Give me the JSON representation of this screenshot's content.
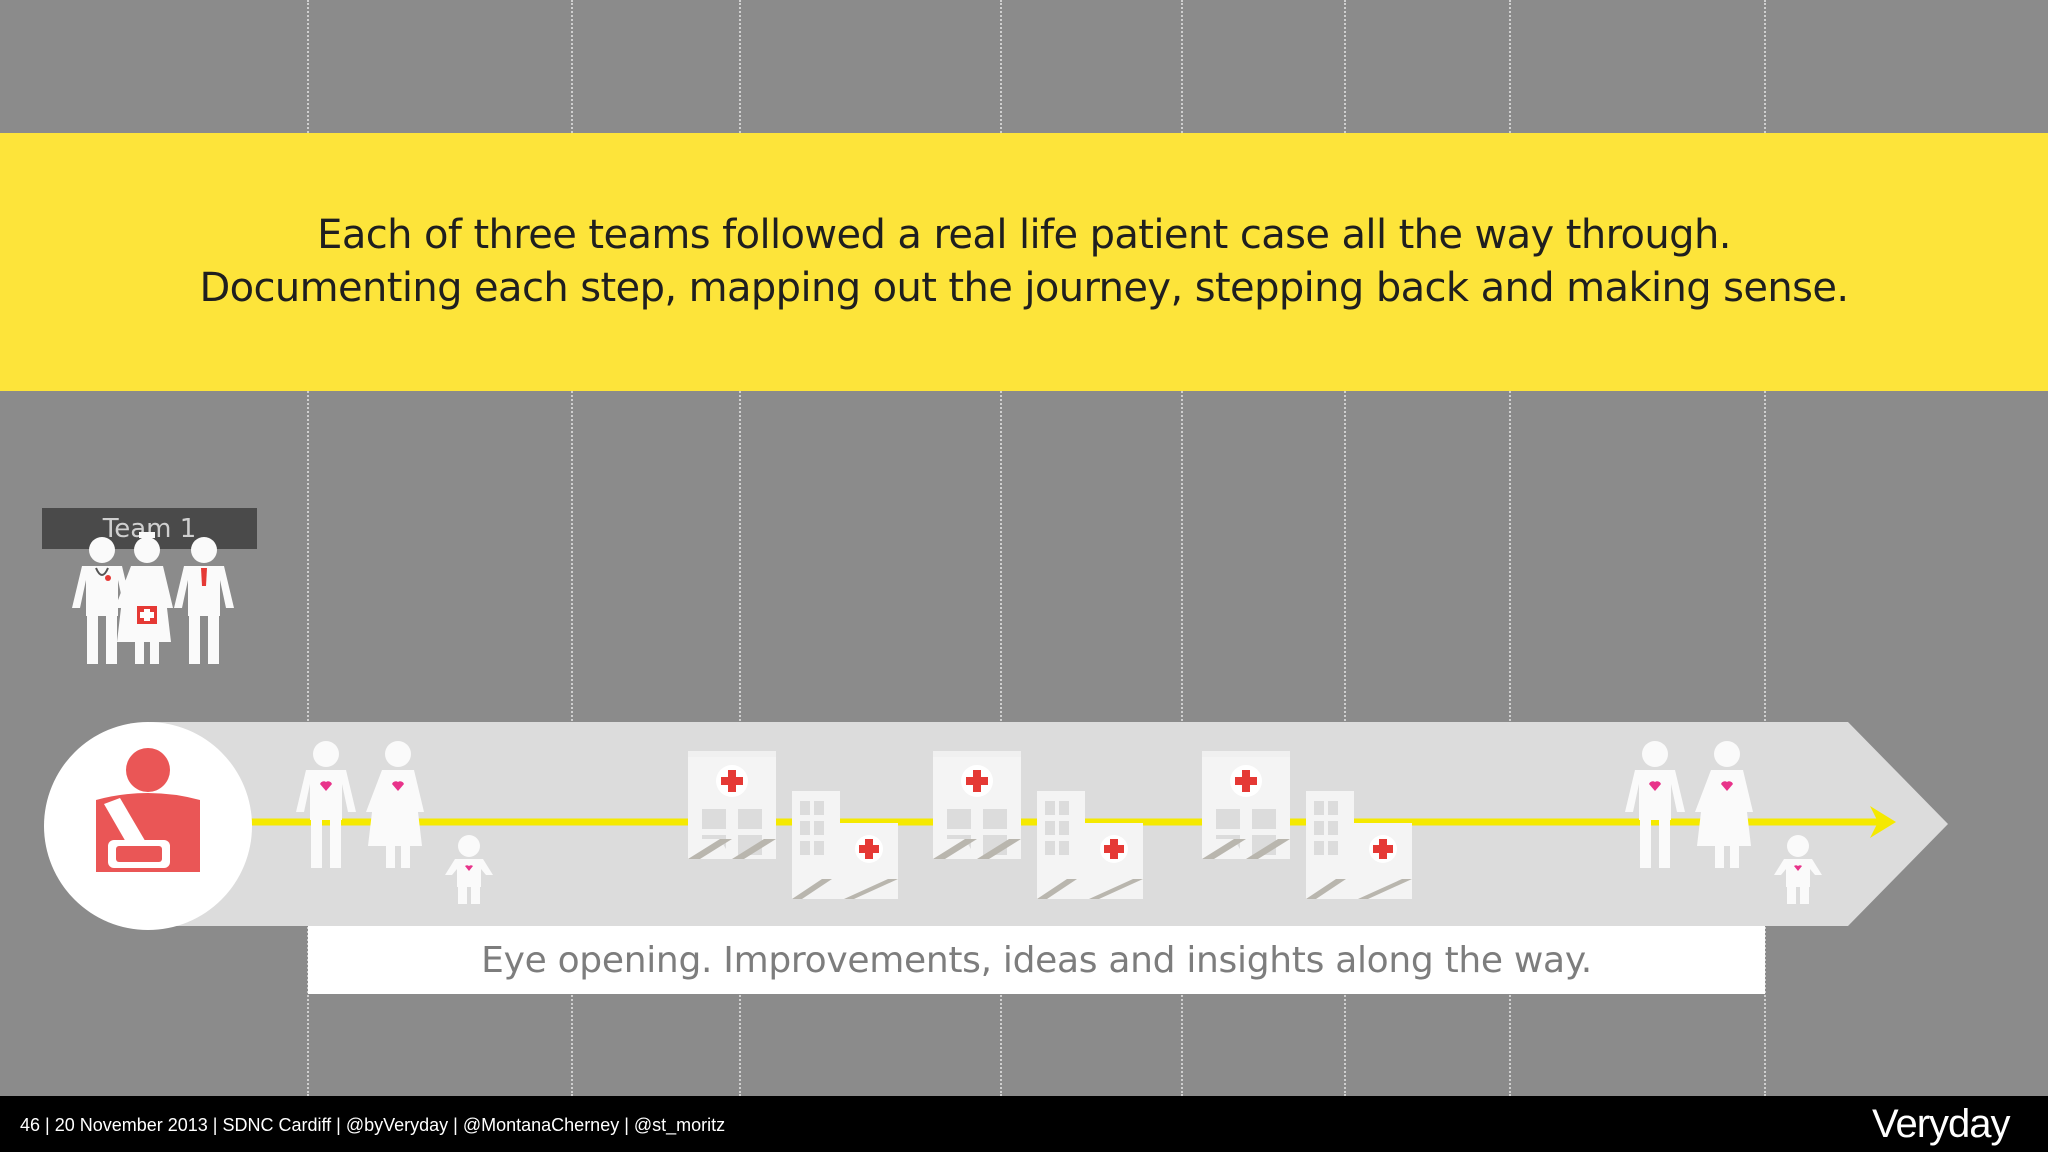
{
  "banner": {
    "line1": "Each of three teams followed a real life patient case all the way through.",
    "line2": "Documenting each step, mapping out the journey, stepping back and making sense."
  },
  "team_label": "Team 1",
  "caption": "Eye opening. Improvements, ideas and insights along the way.",
  "footer": {
    "text": "46  | 20 November 2013 | SDNC Cardiff | @byVeryday | @MontanaCherney | @st_moritz",
    "brand": "Veryday"
  },
  "colors": {
    "background": "#8b8b8b",
    "banner": "#fde43a",
    "journey_band": "#dcdcdc",
    "path_line": "#f5e900",
    "accent_red": "#e53935",
    "heart": "#e8338a"
  },
  "icons": [
    "doctor-icon",
    "nurse-icon",
    "administrator-icon",
    "injured-patient-icon",
    "family-icon",
    "hospital-icon",
    "clinic-icon",
    "arrow-icon",
    "veryday-logo-icon"
  ]
}
